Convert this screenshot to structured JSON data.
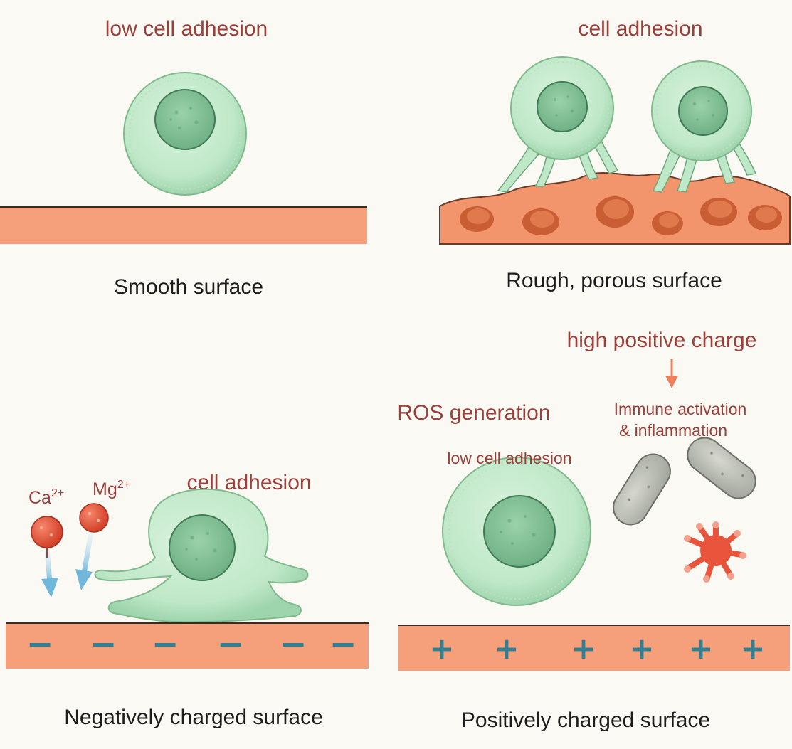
{
  "panels": {
    "smooth": {
      "annotation": "low cell adhesion",
      "caption": "Smooth surface"
    },
    "rough": {
      "annotation": "cell adhesion",
      "caption": "Rough, porous surface"
    },
    "negative": {
      "ion_ca_base": "Ca",
      "ion_ca_charge": "2+",
      "ion_mg_base": "Mg",
      "ion_mg_charge": "2+",
      "annotation": "cell adhesion",
      "caption": "Negatively charged surface",
      "surface_sign": "−"
    },
    "positive": {
      "charge_label": "high positive charge",
      "ros_label": "ROS generation",
      "immune_line1": "Immune activation",
      "immune_line2": "& inflammation",
      "annotation": "low cell adhesion",
      "caption": "Positively charged surface",
      "surface_sign": "+"
    }
  },
  "colors": {
    "background": "#fbf9f3",
    "surface": "#f6a07b",
    "surface_edge": "#3a2a22",
    "cell": "#bfe8c8",
    "nucleus": "#7fc093",
    "annotation_text": "#9c3f3a",
    "ion": "#e8553c",
    "ion_arrow": "#7cc1e0",
    "charge_sign": "#2f7f95",
    "bacteria": "#b9bbb3",
    "cytokine": "#e8553c"
  }
}
